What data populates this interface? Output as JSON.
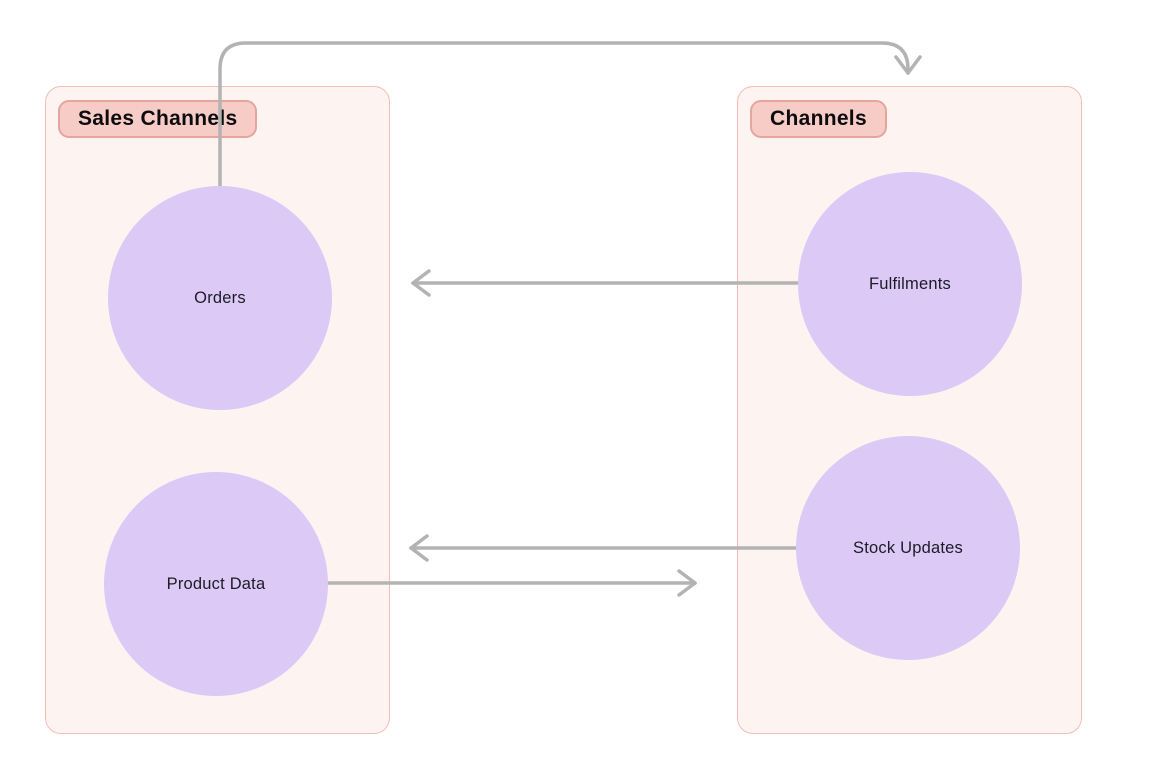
{
  "diagram": {
    "groups": [
      {
        "id": "sales-channels",
        "label": "Sales Channels",
        "nodes": [
          {
            "id": "orders",
            "label": "Orders"
          },
          {
            "id": "product-data",
            "label": "Product Data"
          }
        ]
      },
      {
        "id": "channels",
        "label": "Channels",
        "nodes": [
          {
            "id": "fulfilments",
            "label": "Fulfilments"
          },
          {
            "id": "stock-updates",
            "label": "Stock Updates"
          }
        ]
      }
    ],
    "edges": [
      {
        "from": "orders",
        "to": "channels",
        "shape": "up-over-down-arc"
      },
      {
        "from": "fulfilments",
        "to": "sales-channels",
        "shape": "straight-left"
      },
      {
        "from": "stock-updates",
        "to": "sales-channels",
        "shape": "straight-left"
      },
      {
        "from": "product-data",
        "to": "channels",
        "shape": "straight-right"
      }
    ],
    "colors": {
      "canvas_bg": "#ffffff",
      "group_bg": "#fdf4f1",
      "group_border": "#f4bdb7",
      "label_bg": "#f7cbc6",
      "label_border": "#e5a59e",
      "node_fill": "#dcc9f6",
      "edge_stroke": "#b3b3b3",
      "text": "#0c0c0e"
    }
  }
}
